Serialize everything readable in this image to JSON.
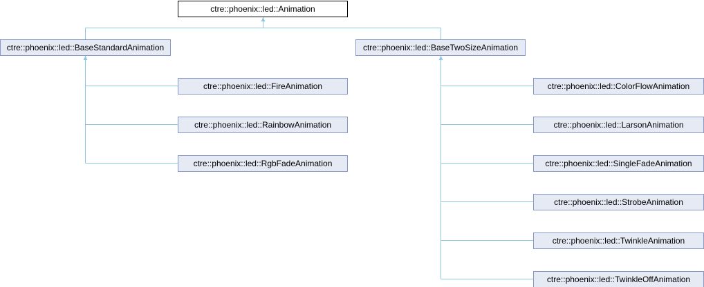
{
  "colors": {
    "edge": "#8ec6e6",
    "node_fill": "#e6eaf4",
    "node_border": "#8497c8"
  },
  "root": {
    "label": "ctre::phoenix::led::Animation"
  },
  "bases": [
    {
      "label": "ctre::phoenix::led::BaseStandardAnimation",
      "children": [
        {
          "label": "ctre::phoenix::led::FireAnimation"
        },
        {
          "label": "ctre::phoenix::led::RainbowAnimation"
        },
        {
          "label": "ctre::phoenix::led::RgbFadeAnimation"
        }
      ]
    },
    {
      "label": "ctre::phoenix::led::BaseTwoSizeAnimation",
      "children": [
        {
          "label": "ctre::phoenix::led::ColorFlowAnimation"
        },
        {
          "label": "ctre::phoenix::led::LarsonAnimation"
        },
        {
          "label": "ctre::phoenix::led::SingleFadeAnimation"
        },
        {
          "label": "ctre::phoenix::led::StrobeAnimation"
        },
        {
          "label": "ctre::phoenix::led::TwinkleAnimation"
        },
        {
          "label": "ctre::phoenix::led::TwinkleOffAnimation"
        }
      ]
    }
  ]
}
